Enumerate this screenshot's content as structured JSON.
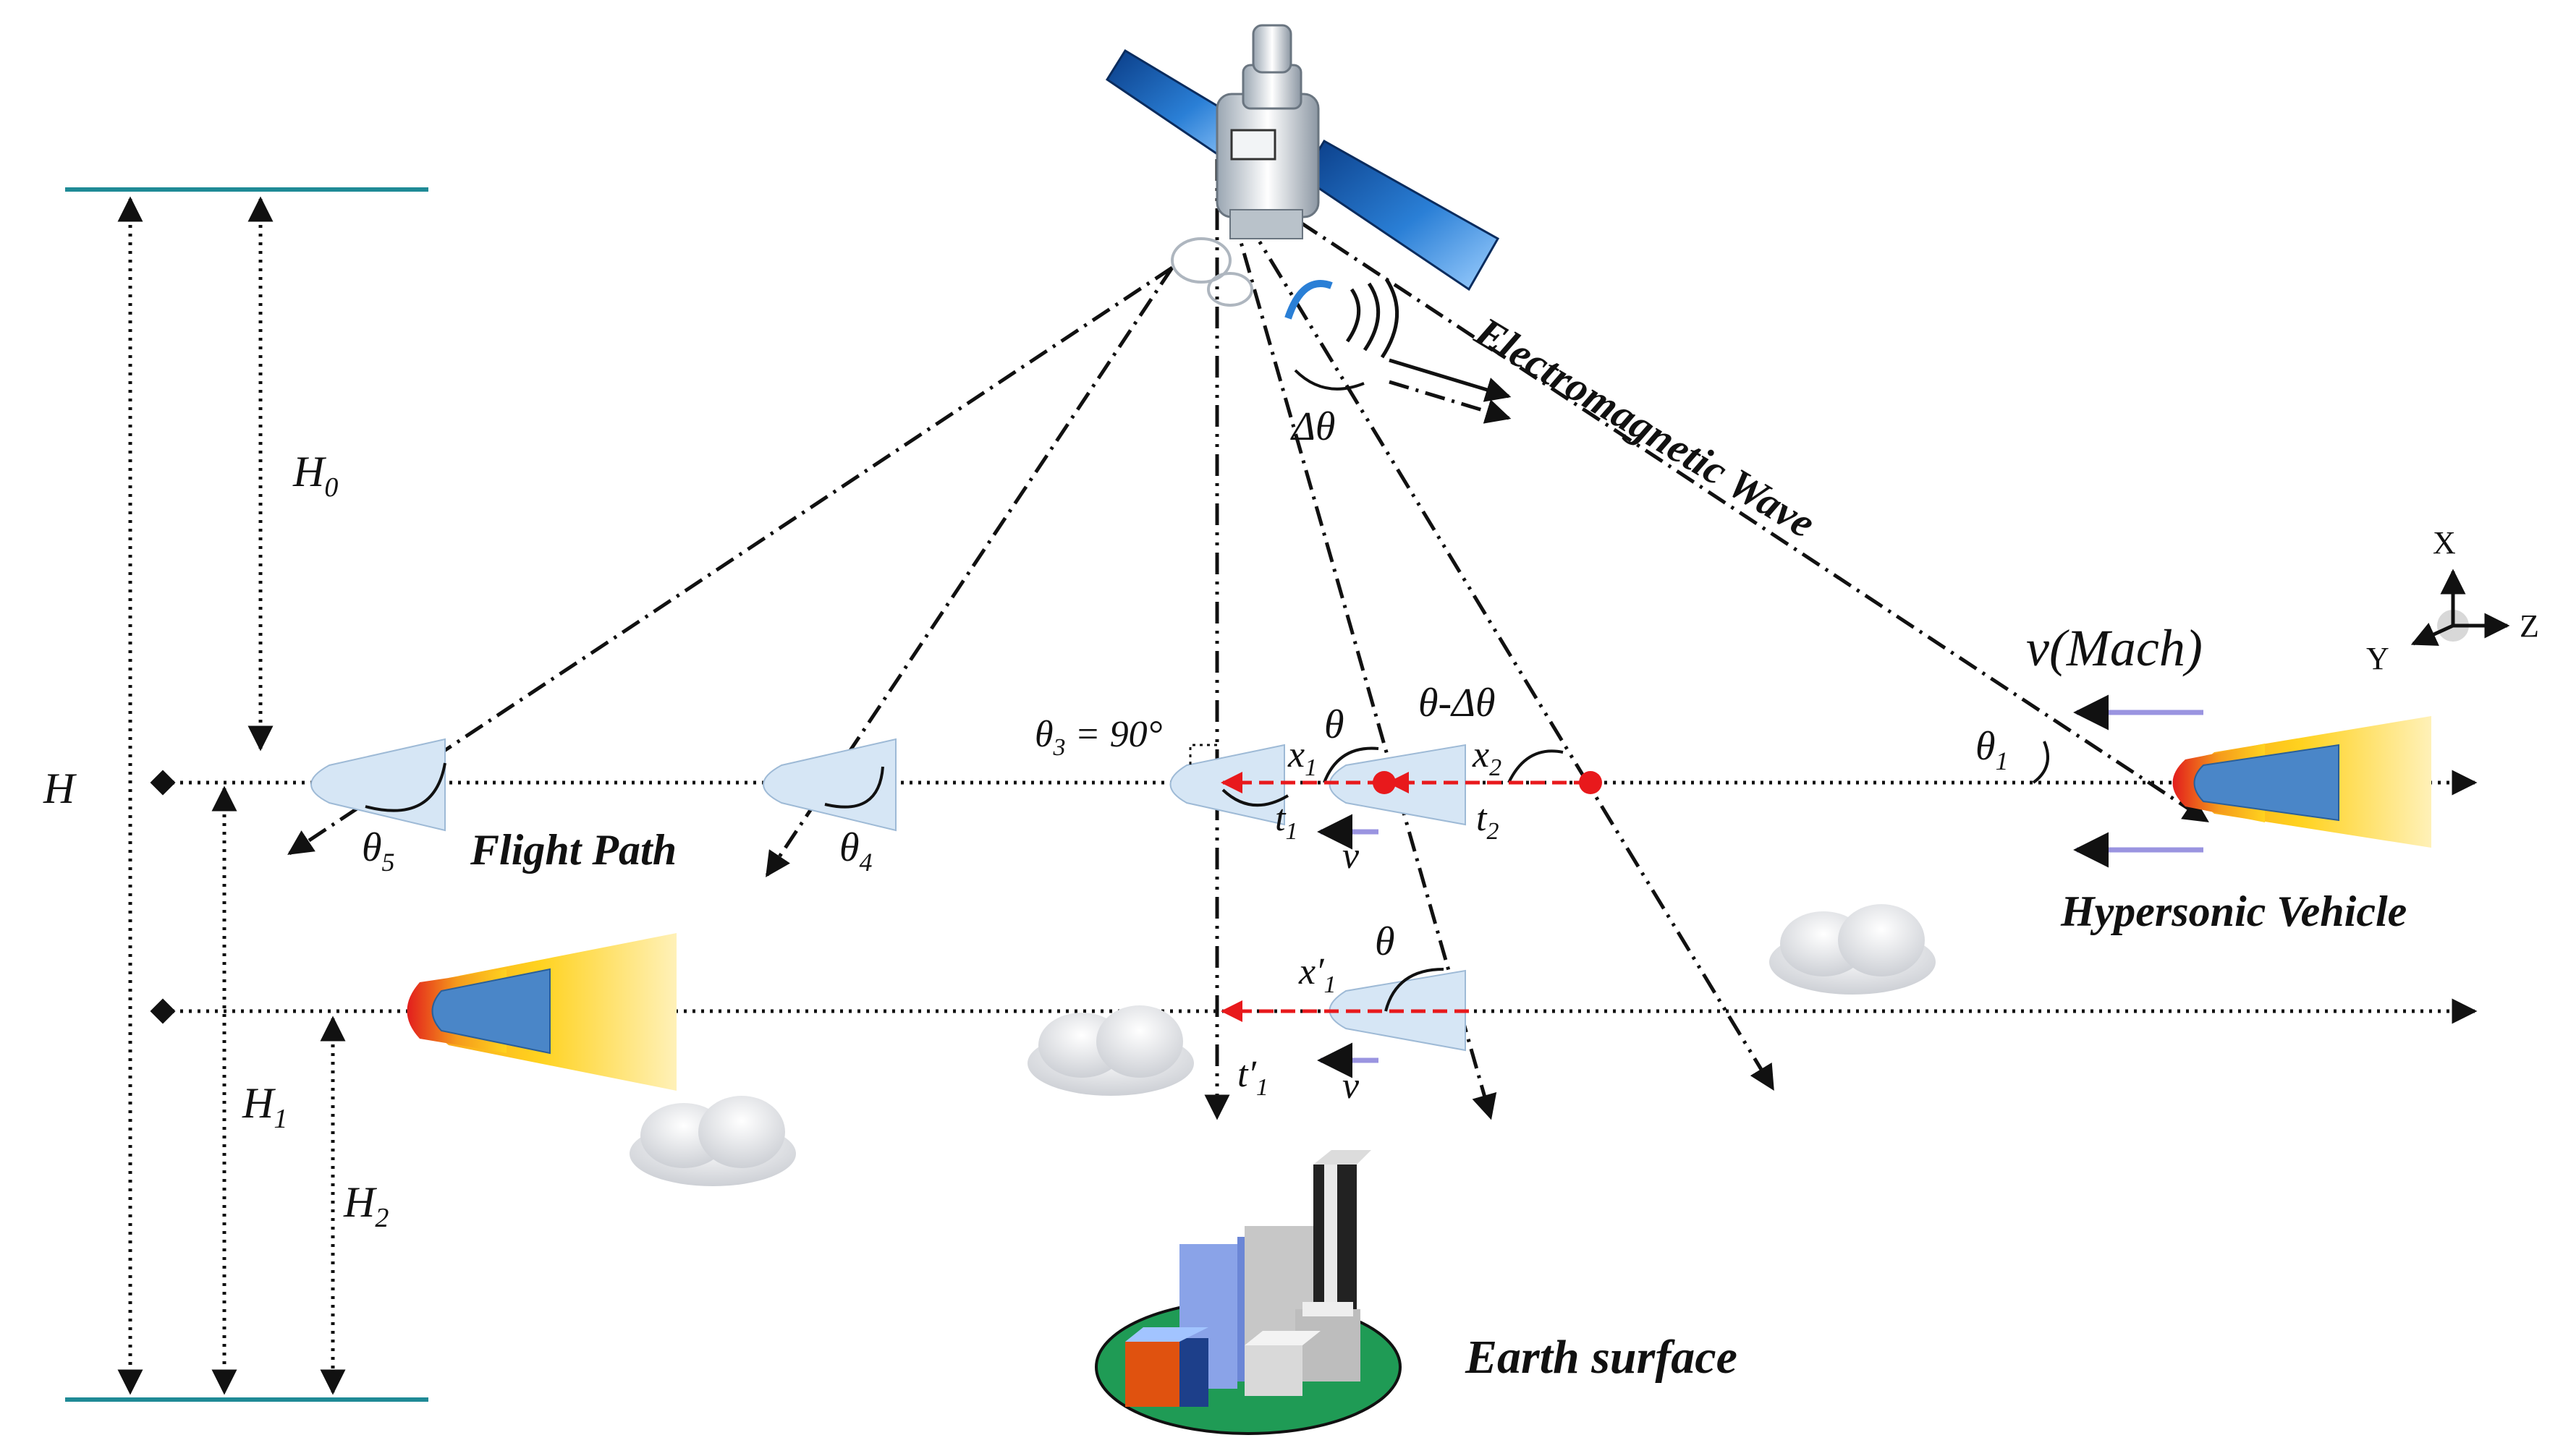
{
  "labels": {
    "H": "H",
    "H0_main": "H",
    "H0_sub": "0",
    "H1_main": "H",
    "H1_sub": "1",
    "H2_main": "H",
    "H2_sub": "2",
    "theta5_main": "θ",
    "theta5_sub": "5",
    "theta4_main": "θ",
    "theta4_sub": "4",
    "theta3_main": "θ",
    "theta3_sub": "3",
    "theta3_val": " = 90°",
    "theta1_main": "θ",
    "theta1_sub": "1",
    "theta": "θ",
    "theta_lower": "θ",
    "theta_minus": "θ-Δθ",
    "delta_theta": "Δθ",
    "x1_main": "x",
    "x1_sub": "1",
    "x2_main": "x",
    "x2_sub": "2",
    "x1p_main": "x",
    "x1p_sub": "1",
    "x1p_prime": "′",
    "t1_main": "t",
    "t1_sub": "1",
    "t2_main": "t",
    "t2_sub": "2",
    "t1p_main": "t",
    "t1p_sub": "1",
    "t1p_prime": "′",
    "v1": "v",
    "v2": "v",
    "vmach": "v(Mach)",
    "flight_path": "Flight Path",
    "hypersonic_vehicle": "Hypersonic Vehicle",
    "earth_surface": "Earth surface",
    "em_wave": "Electromagnetic Wave",
    "axis_x": "X",
    "axis_y": "Y",
    "axis_z": "Z"
  },
  "icons": [
    "satellite-icon",
    "city-icon",
    "cloud-icon",
    "hypersonic-vehicle-icon",
    "coordinate-axes-icon"
  ],
  "colors": {
    "reference_line": "#1f8a96",
    "red_track": "#e8191c",
    "velocity_arrow": "#9a94e0",
    "ghost_vehicle": "#d6e6f5"
  }
}
